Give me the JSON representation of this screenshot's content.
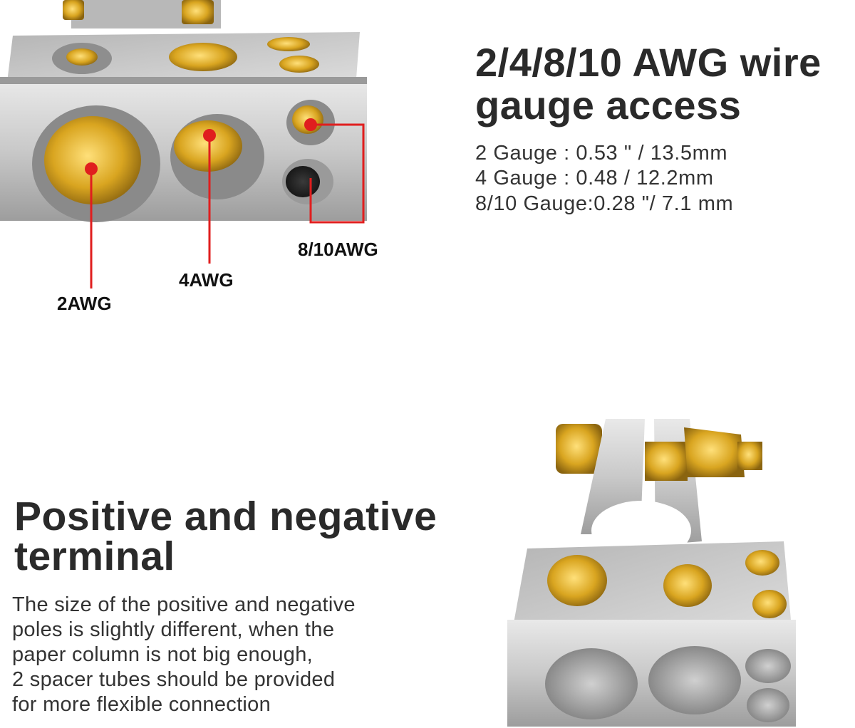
{
  "spec": {
    "title_line1": "2/4/8/10 AWG wire",
    "title_line2": "gauge access",
    "lines": [
      "2 Gauge : 0.53 \" / 13.5mm",
      "4 Gauge : 0.48 / 12.2mm",
      "8/10 Gauge:0.28 \"/ 7.1 mm"
    ]
  },
  "callouts": {
    "awg2": "2AWG",
    "awg4": "4AWG",
    "awg810": "8/10AWG"
  },
  "terminal": {
    "title_line1": "Positive and negative",
    "title_line2": "terminal",
    "description": [
      "The size of the positive and negative",
      "poles is slightly different, when the",
      "paper column is not big enough,",
      "2 spacer tubes should be provided",
      "for more flexible connection"
    ]
  },
  "colors": {
    "callout_red": "#e01e1e",
    "brass": "#d9a520",
    "silver": "#c8c8c8"
  }
}
